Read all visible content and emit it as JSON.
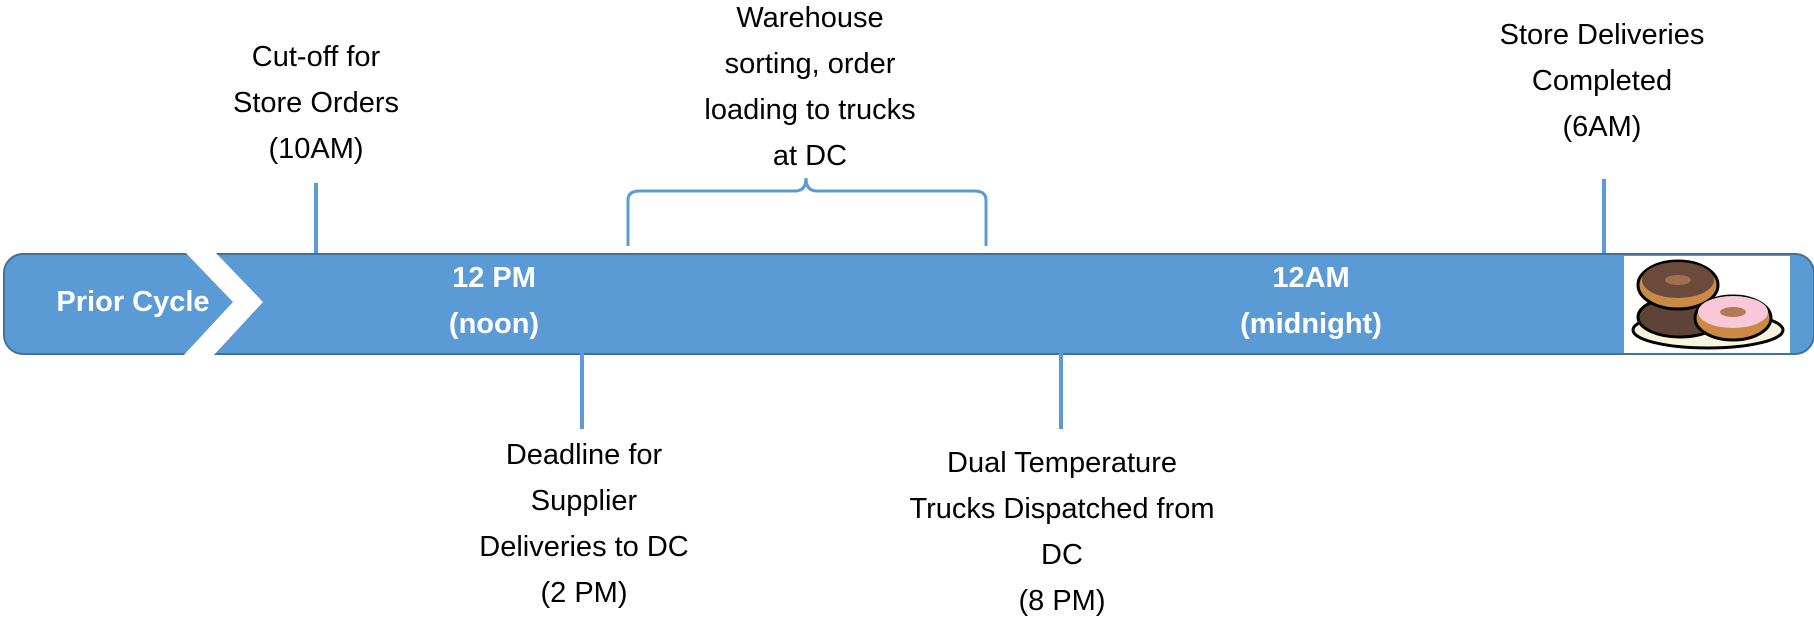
{
  "prior_cycle": "Prior Cycle",
  "bar_labels": {
    "noon": [
      "12 PM",
      "(noon)"
    ],
    "midnight": [
      "12AM",
      "(midnight)"
    ]
  },
  "events_above": [
    {
      "lines": [
        "Cut-off for",
        "Store Orders",
        "(10AM)"
      ]
    },
    {
      "lines": [
        "Warehouse",
        "sorting, order",
        "loading to trucks",
        "at DC"
      ]
    },
    {
      "lines": [
        "Store Deliveries",
        "Completed",
        "(6AM)"
      ]
    }
  ],
  "events_below": [
    {
      "lines": [
        "Deadline for",
        "Supplier",
        "Deliveries to DC",
        "(2 PM)"
      ]
    },
    {
      "lines": [
        "Dual Temperature",
        "Trucks Dispatched from",
        "DC",
        "(8 PM)"
      ]
    }
  ],
  "colors": {
    "bar": "#5b9bd5",
    "bar_border": "#41719c"
  },
  "icons": {
    "end": "donuts-plate-icon"
  }
}
